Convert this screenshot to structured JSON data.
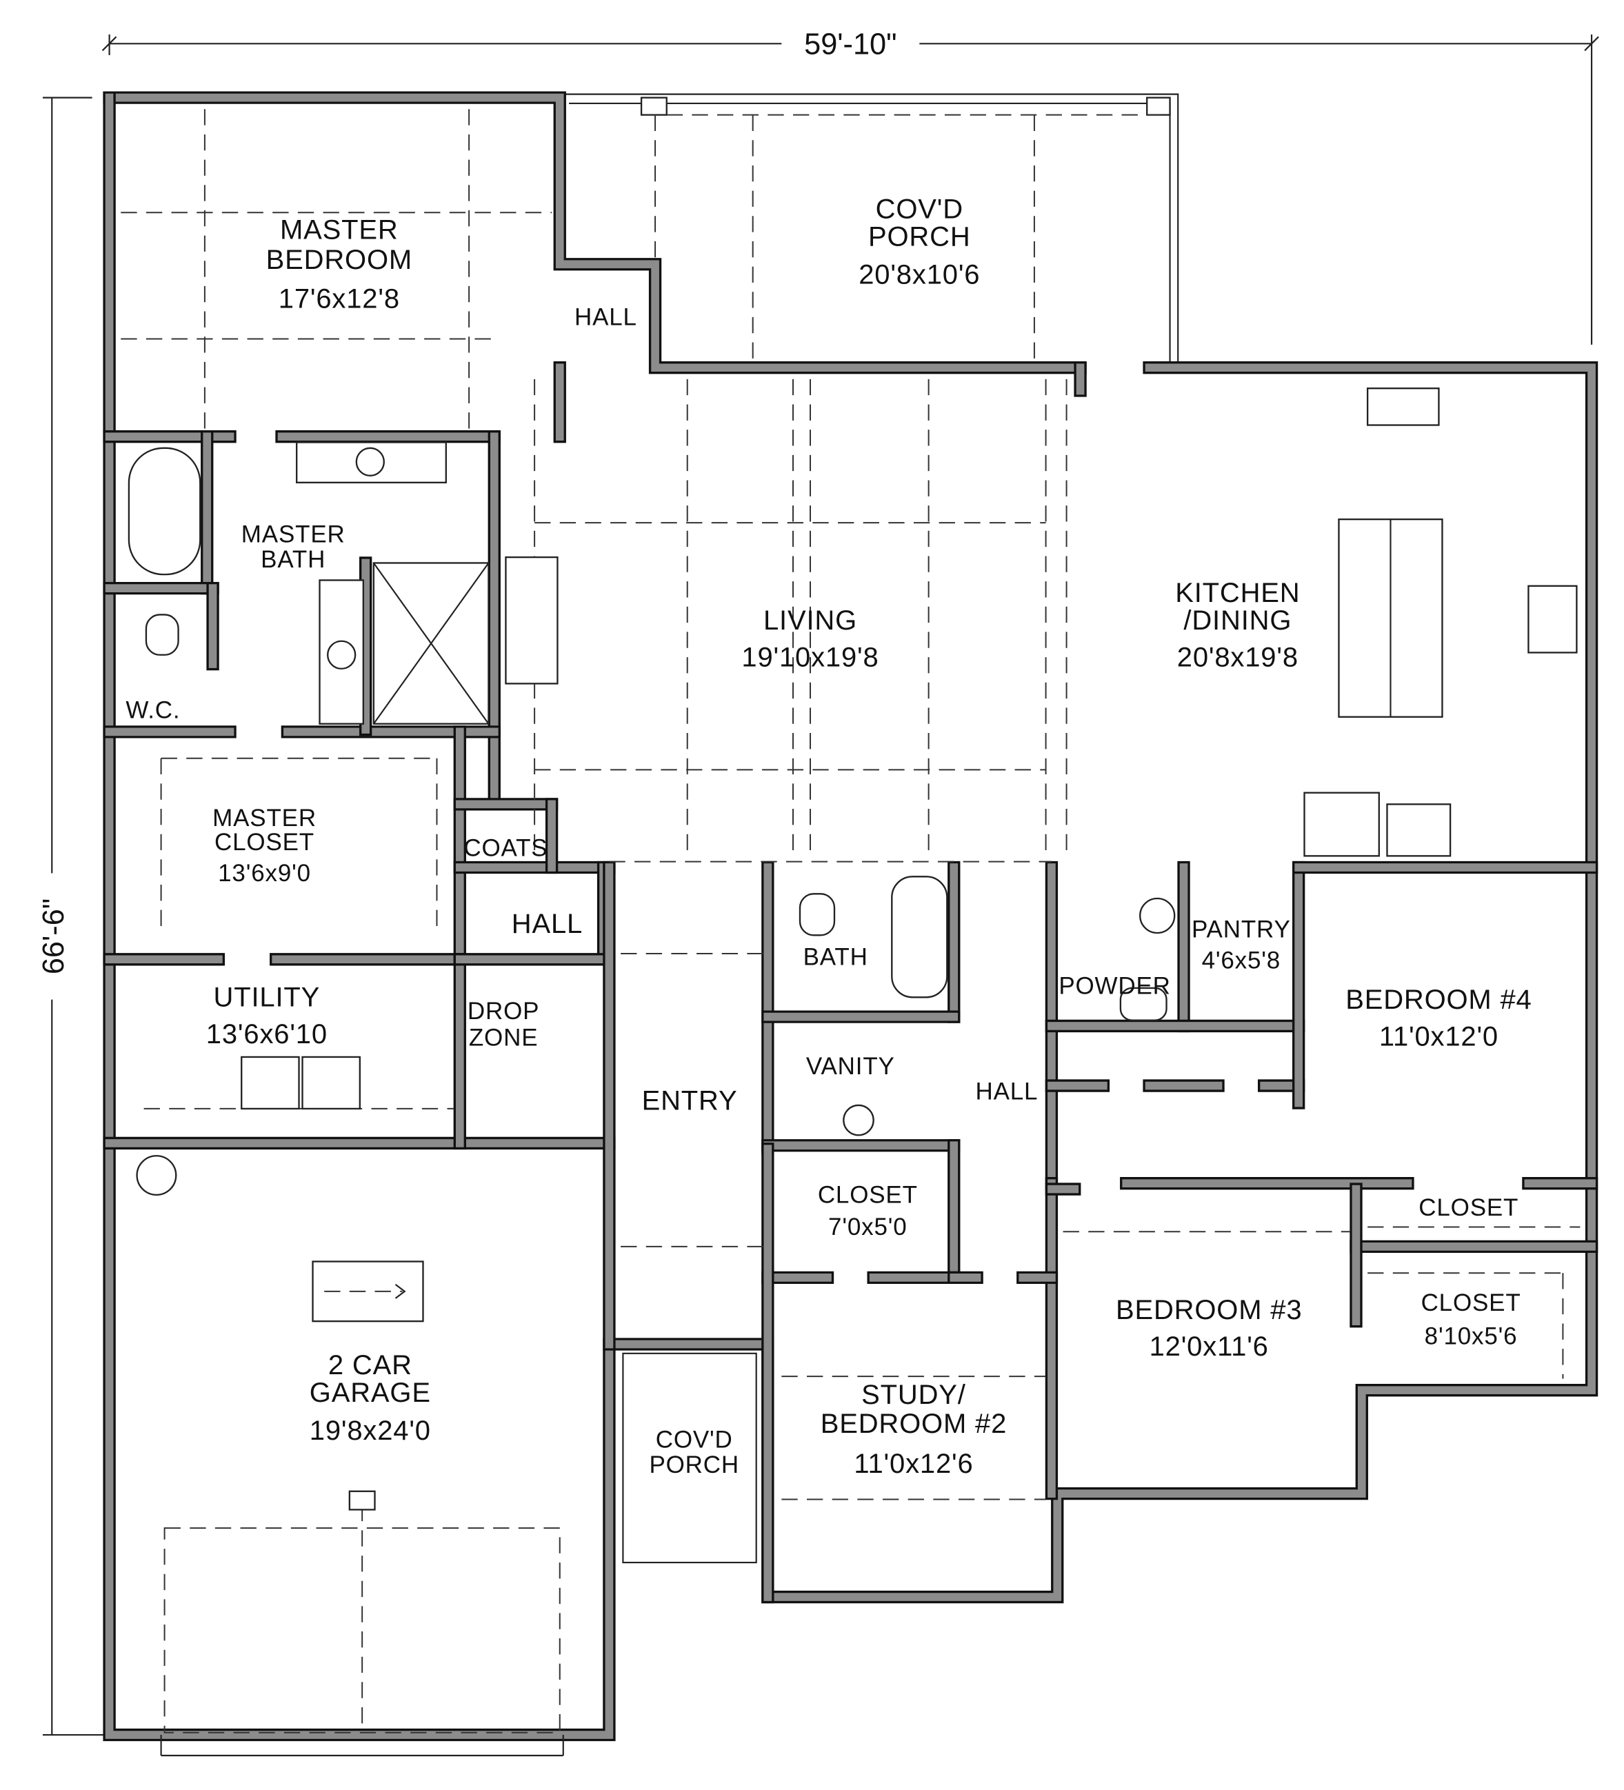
{
  "dimensions": {
    "width": "59'-10\"",
    "depth": "66'-6\""
  },
  "rooms": {
    "master_bedroom": {
      "name1": "MASTER",
      "name2": "BEDROOM",
      "size": "17'6x12'8"
    },
    "hall_master": {
      "name": "HALL"
    },
    "porch_rear": {
      "name1": "COV'D",
      "name2": "PORCH",
      "size": "20'8x10'6"
    },
    "master_bath": {
      "name1": "MASTER",
      "name2": "BATH"
    },
    "wc": {
      "name": "W.C."
    },
    "living": {
      "name": "LIVING",
      "size": "19'10x19'8"
    },
    "kitchen": {
      "name1": "KITCHEN",
      "name2": "/DINING",
      "size": "20'8x19'8"
    },
    "master_closet": {
      "name1": "MASTER",
      "name2": "CLOSET",
      "size": "13'6x9'0"
    },
    "coats": {
      "name": "COATS"
    },
    "hall_coats": {
      "name": "HALL"
    },
    "utility": {
      "name": "UTILITY",
      "size": "13'6x6'10"
    },
    "drop_zone": {
      "name1": "DROP",
      "name2": "ZONE"
    },
    "bath": {
      "name": "BATH"
    },
    "vanity": {
      "name": "VANITY"
    },
    "hall_bedrooms": {
      "name": "HALL"
    },
    "powder": {
      "name": "POWDER"
    },
    "pantry": {
      "name": "PANTRY",
      "size": "4'6x5'8"
    },
    "bedroom4": {
      "name": "BEDROOM #4",
      "size": "11'0x12'0"
    },
    "entry": {
      "name": "ENTRY"
    },
    "closet_hall": {
      "name": "CLOSET",
      "size": "7'0x5'0"
    },
    "closet_bed4": {
      "name": "CLOSET"
    },
    "bedroom3": {
      "name": "BEDROOM #3",
      "size": "12'0x11'6"
    },
    "closet_bed3": {
      "name": "CLOSET",
      "size": "8'10x5'6"
    },
    "garage": {
      "name1": "2 CAR",
      "name2": "GARAGE",
      "size": "19'8x24'0"
    },
    "porch_front": {
      "name1": "COV'D",
      "name2": "PORCH"
    },
    "study": {
      "name1": "STUDY/",
      "name2": "BEDROOM #2",
      "size": "11'0x12'6"
    }
  },
  "colors": {
    "wall_fill": "#8c8c8c",
    "line": "#111111"
  }
}
